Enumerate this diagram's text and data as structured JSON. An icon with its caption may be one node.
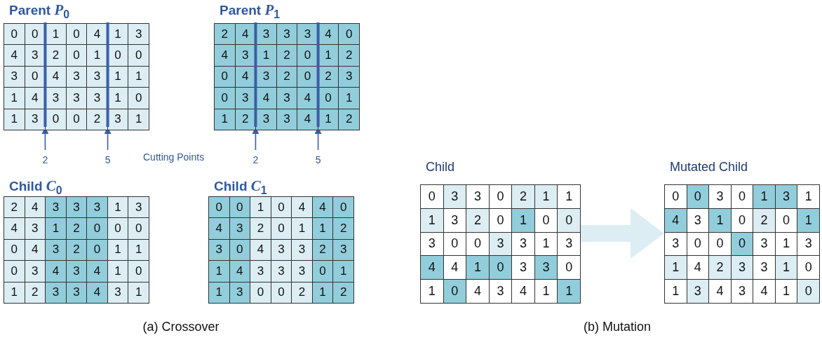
{
  "diagram": {
    "nodes": [
      {
        "text": [
          "Parent *P*$_{0}$",
          "0",
          "0",
          "1",
          "0",
          "4",
          "1",
          "3",
          "4",
          "3",
          "2",
          "0",
          "1",
          "0",
          "0",
          "3",
          "0",
          "4",
          "3",
          "3",
          "1",
          "1",
          "1",
          "4",
          "3",
          "3",
          "3",
          "1",
          "0",
          "1",
          "3",
          "0",
          "0",
          "2",
          "3",
          "1"
        ]
      },
      {
        "text": [
          "Parent *P*$_{1}$",
          "2",
          "4",
          "3",
          "3",
          "3",
          "4",
          "0",
          "4",
          "3",
          "1",
          "2",
          "0",
          "1",
          "2",
          "0",
          "4",
          "3",
          "2",
          "0",
          "2",
          "3",
          "0",
          "3",
          "4",
          "3",
          "4",
          "0",
          "1",
          "1",
          "2",
          "3",
          "3",
          "4",
          "1",
          "2"
        ]
      },
      {
        "text": [
          "Child *C*$_{0}$",
          "2",
          "4",
          "3",
          "3",
          "3",
          "1",
          "3",
          "4",
          "3",
          "1",
          "2",
          "0",
          "0",
          "0",
          "0",
          "4",
          "3",
          "2",
          "0",
          "1",
          "1",
          "0",
          "3",
          "4",
          "3",
          "4",
          "1",
          "0",
          "1",
          "2",
          "3",
          "3",
          "4",
          "3",
          "1"
        ]
      },
      {
        "text": [
          "Child *C*$_{1}$",
          "0",
          "0",
          "1",
          "0",
          "4",
          "4",
          "0",
          "4",
          "3",
          "2",
          "0",
          "1",
          "1",
          "2",
          "3",
          "0",
          "4",
          "3",
          "3",
          "2",
          "3",
          "1",
          "4",
          "3",
          "3",
          "3",
          "0",
          "1",
          "1",
          "3",
          "0",
          "0",
          "2",
          "1",
          "2"
        ]
      },
      {
        "text": [
          "Child",
          "0",
          "3",
          "3",
          "0",
          "2",
          "1",
          "1",
          "1",
          "3",
          "2",
          "0",
          "1",
          "0",
          "0",
          "3",
          "0",
          "0",
          "3",
          "3",
          "1",
          "3",
          "4",
          "4",
          "1",
          "0",
          "3",
          "3",
          "0",
          "1",
          "0",
          "4",
          "3",
          "4",
          "1",
          "1"
        ]
      },
      {
        "text": [
          "Mutated Child",
          "0",
          "0",
          "3",
          "0",
          "1",
          "3",
          "1",
          "4",
          "3",
          "1",
          "0",
          "2",
          "0",
          "1",
          "3",
          "0",
          "0",
          "0",
          "3",
          "1",
          "3",
          "1",
          "4",
          "2",
          "3",
          "3",
          "1",
          "0",
          "1",
          "3",
          "4",
          "3",
          "4",
          "1",
          "0"
        ]
      }
    ],
    "edges": [
      {
        "from": 4,
        "to": 5,
        "arrow": "to"
      }
    ],
    "labels": [
      "2",
      "5",
      "Cutting Points",
      "2",
      "5",
      "(a) Crossover",
      "(b) Mutation"
    ]
  }
}
